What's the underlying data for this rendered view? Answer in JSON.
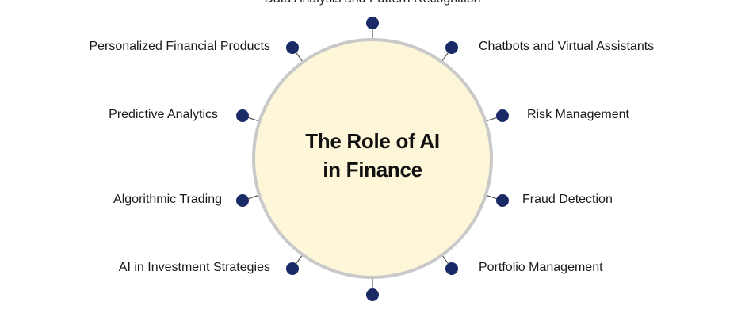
{
  "hub": {
    "title_line1": "The Role of AI",
    "title_line2": "in Finance",
    "fill_color": "#fdf6d8",
    "ring_color": "#c9c9c9"
  },
  "node_color": "#1a2a66",
  "nodes": [
    {
      "label": "Data Analysis and Pattern Recognition"
    },
    {
      "label": "Chatbots and Virtual Assistants"
    },
    {
      "label": "Risk Management"
    },
    {
      "label": "Fraud Detection"
    },
    {
      "label": "Portfolio Management"
    },
    {
      "label": ""
    },
    {
      "label": "AI in Investment Strategies"
    },
    {
      "label": "Algorithmic Trading"
    },
    {
      "label": "Predictive Analytics"
    },
    {
      "label": "Personalized Financial Products"
    }
  ]
}
